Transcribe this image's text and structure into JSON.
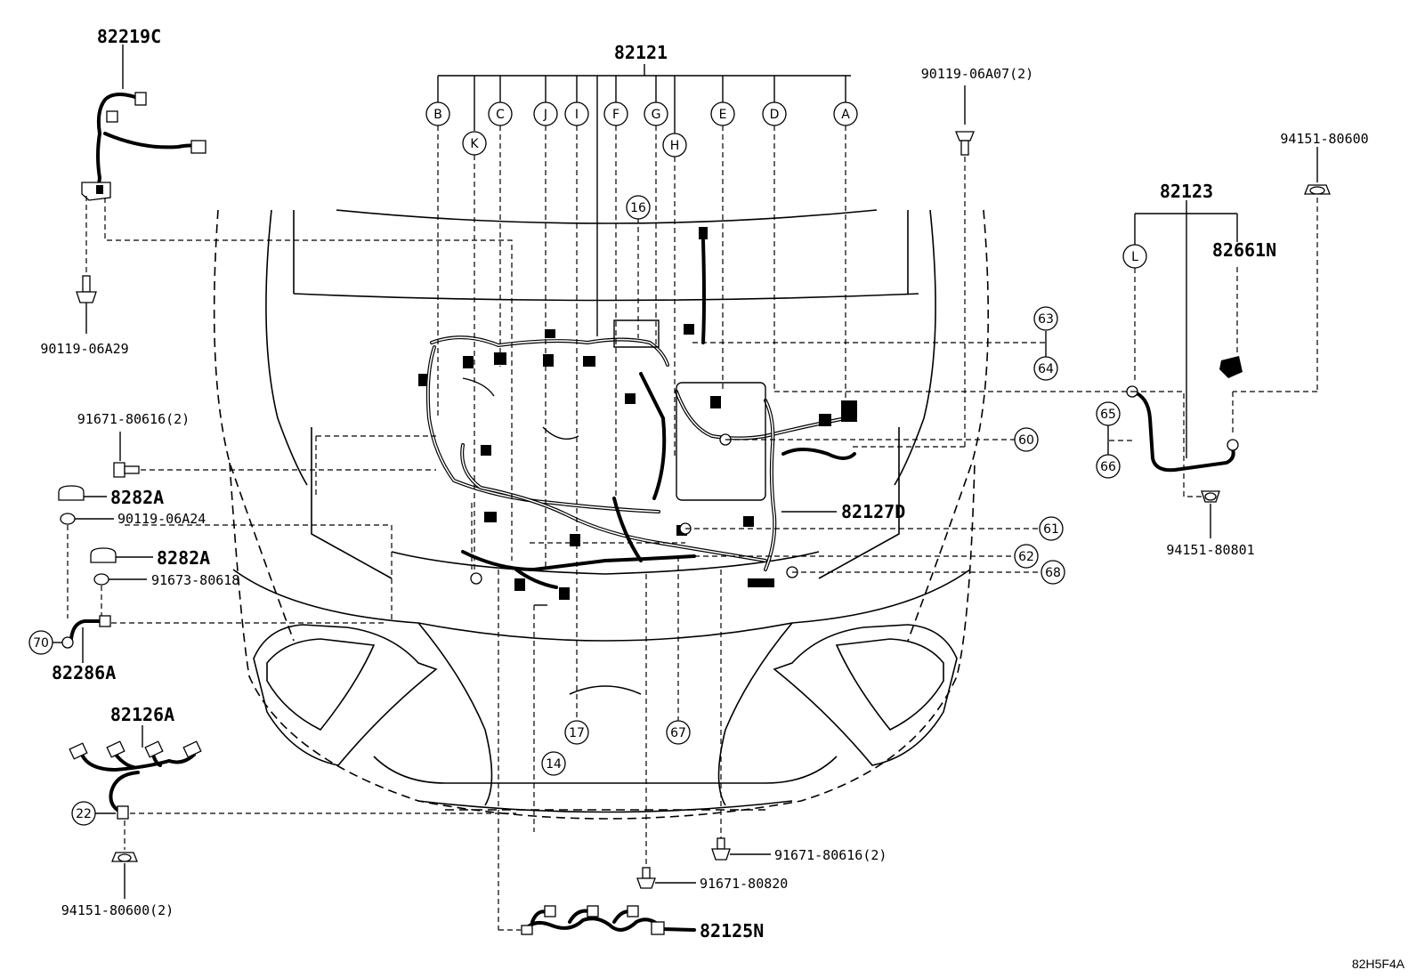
{
  "diagram": {
    "part_labels": {
      "p82219C": "82219C",
      "p82121": "82121",
      "p90119_06A07": "90119-06A07(2)",
      "p94151_80600_top": "94151-80600",
      "p82123": "82123",
      "p82661N": "82661N",
      "p90119_06A29": "90119-06A29",
      "p91671_80616_left": "91671-80616(2)",
      "p8282A_1": "8282A",
      "p90119_06A24": "90119-06A24",
      "p8282A_2": "8282A",
      "p91673_80618": "91673-80618",
      "p82286A": "82286A",
      "p82126A": "82126A",
      "p94151_80600_bottom": "94151-80600(2)",
      "p82127D": "82127D",
      "p94151_80801": "94151-80801",
      "p91671_80616_bottom": "91671-80616(2)",
      "p91671_80820": "91671-80820",
      "p82125N": "82125N"
    },
    "connector_letters": {
      "B": "B",
      "K": "K",
      "C": "C",
      "J": "J",
      "I": "I",
      "F": "F",
      "G": "G",
      "H": "H",
      "E": "E",
      "D": "D",
      "A": "A",
      "L": "L"
    },
    "callouts": {
      "c16": "16",
      "c63": "63",
      "c64": "64",
      "c60": "60",
      "c65": "65",
      "c66": "66",
      "c61": "61",
      "c62": "62",
      "c68": "68",
      "c70": "70",
      "c22": "22",
      "c17": "17",
      "c67": "67",
      "c14": "14"
    },
    "illustration_code": "82H5F4A"
  }
}
